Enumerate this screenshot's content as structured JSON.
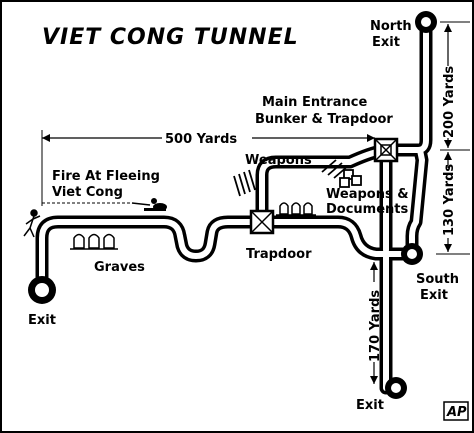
{
  "map": {
    "title": "VIET CONG TUNNEL",
    "labels": {
      "north_exit_1": "North",
      "north_exit_2": "Exit",
      "main_entrance_1": "Main Entrance",
      "main_entrance_2": "Bunker & Trapdoor",
      "weapons": "Weapons",
      "weapons_docs_1": "Weapons &",
      "weapons_docs_2": "Documents",
      "fire_1": "Fire At Fleeing",
      "fire_2": "Viet Cong",
      "graves": "Graves",
      "trapdoor": "Trapdoor",
      "south_exit_1": "South",
      "south_exit_2": "Exit",
      "exit_left": "Exit",
      "exit_bottom": "Exit"
    },
    "distances": {
      "d500": "500 Yards",
      "d200": "200 Yards",
      "d130": "130 Yards",
      "d170": "170 Yards"
    },
    "credit": "AP"
  }
}
